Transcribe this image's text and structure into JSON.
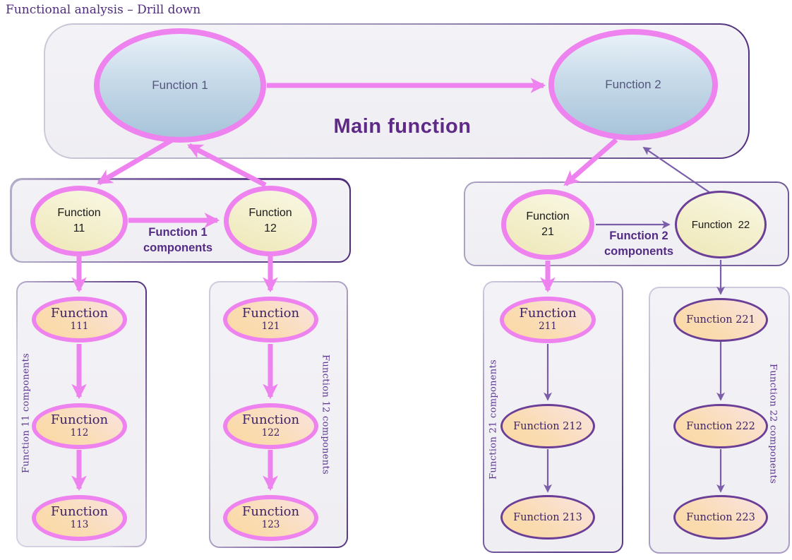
{
  "title": "Functional analysis – Drill down",
  "colors": {
    "pink_accent": "#ee82ee",
    "purple_accent": "#6b3f97",
    "label_purple": "#5f2a87",
    "box_fill": "#f1f0f4"
  },
  "main_box": {
    "label": "Main function",
    "f1": "Function 1",
    "f2": "Function 2"
  },
  "group_f1": {
    "label_line1": "Function 1",
    "label_line2": "components",
    "f11_line1": "Function",
    "f11_line2": "11",
    "f12_line1": "Function",
    "f12_line2": "12"
  },
  "group_f2": {
    "label_line1": "Function 2",
    "label_line2": "components",
    "f21_line1": "Function",
    "f21_line2": "21",
    "f22": "Function  22"
  },
  "column_f11": {
    "side_label": "Function 11 components",
    "n1_line1": "Function",
    "n1_line2": "111",
    "n2_line1": "Function",
    "n2_line2": "112",
    "n3_line1": "Function",
    "n3_line2": "113"
  },
  "column_f12": {
    "side_label": "Function 12 components",
    "n1_line1": "Function",
    "n1_line2": "121",
    "n2_line1": "Function",
    "n2_line2": "122",
    "n3_line1": "Function",
    "n3_line2": "123"
  },
  "column_f21": {
    "side_label": "Function 21 components",
    "n1_line1": "Function",
    "n1_line2": "211",
    "n2": "Function 212",
    "n3": "Function 213"
  },
  "column_f22": {
    "side_label": "Function 22 components",
    "n1": "Function 221",
    "n2": "Function 222",
    "n3": "Function 223"
  }
}
